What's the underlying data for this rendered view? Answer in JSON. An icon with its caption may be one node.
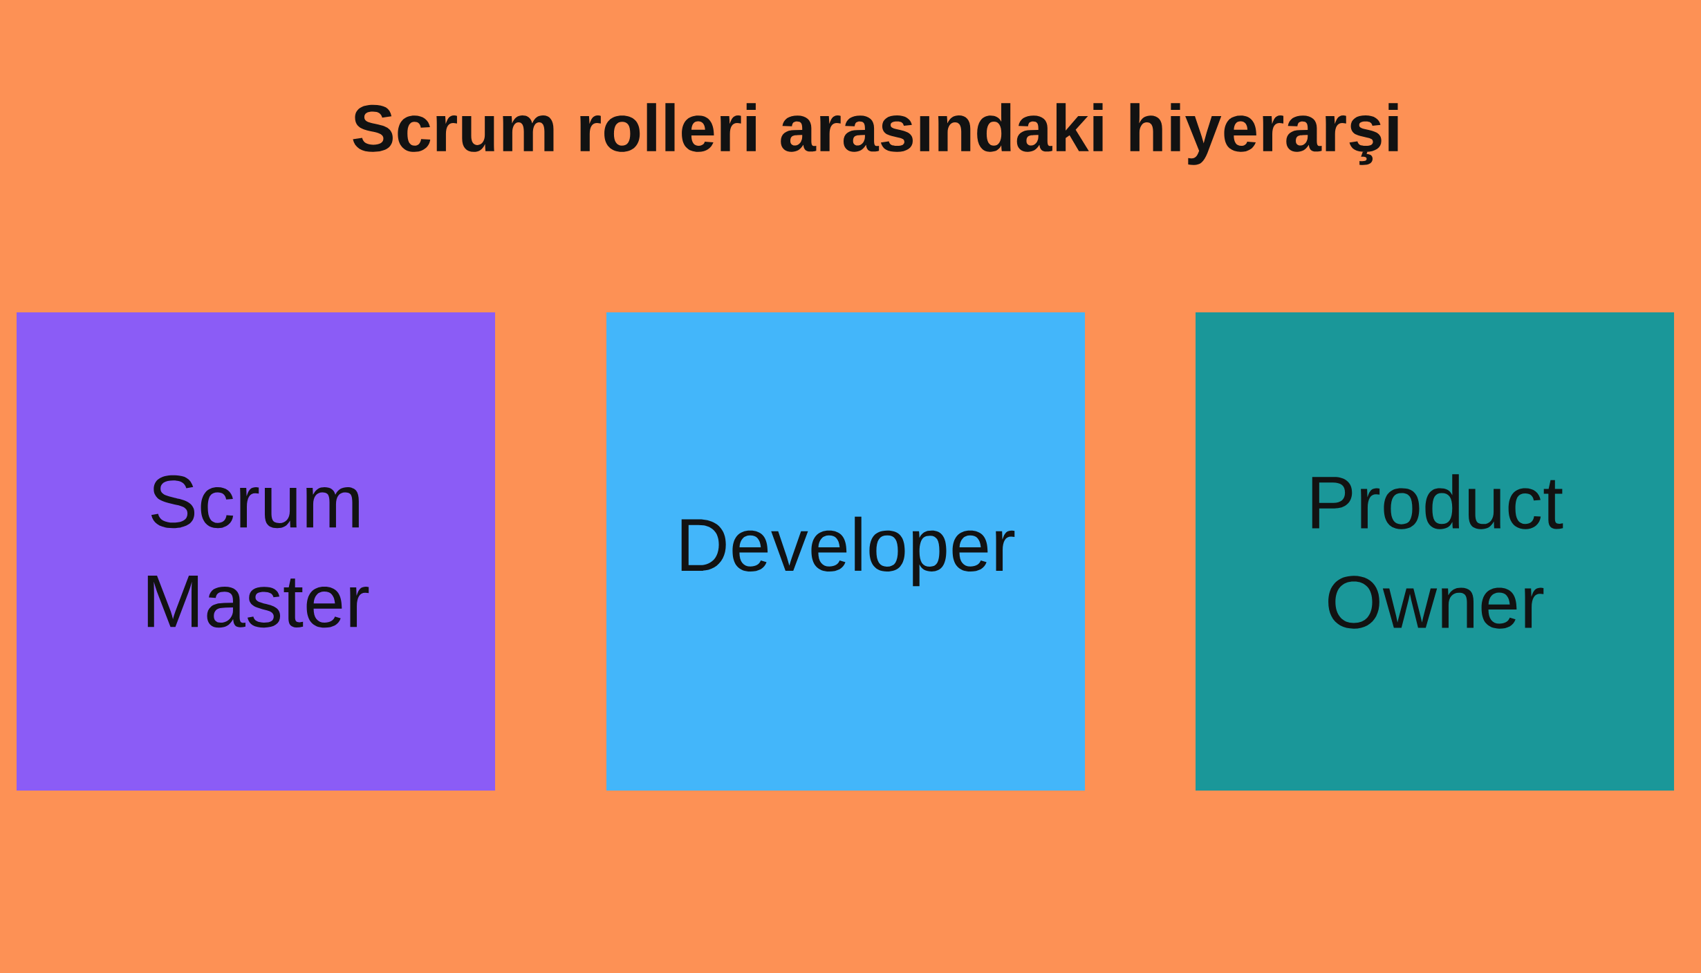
{
  "diagram": {
    "title": "Scrum rolleri arasındaki hiyerarşi",
    "nodes": [
      {
        "text": [
          "Scrum Master"
        ]
      },
      {
        "text": [
          "Developer"
        ]
      },
      {
        "text": [
          "Product Owner"
        ]
      }
    ]
  }
}
